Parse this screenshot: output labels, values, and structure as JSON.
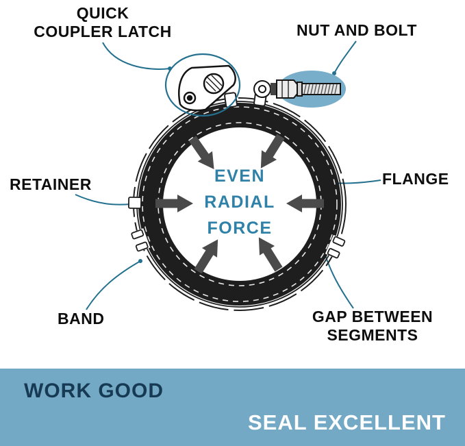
{
  "colors": {
    "accent": "#23708f",
    "center_text": "#2f81a8",
    "banner_bg": "#74a9c6",
    "banner_title": "#173a54",
    "banner_subtitle": "#ffffff",
    "label_text": "#0d0d0d",
    "arrow": "#4a4a4a",
    "ring": "#1e1e1e",
    "bolt_highlight": "#79aecb"
  },
  "diagram": {
    "labels": {
      "quick_coupler_latch": "QUICK\nCOUPLER LATCH",
      "nut_and_bolt": "NUT AND BOLT",
      "retainer": "RETAINER",
      "flange": "FLANGE",
      "band": "BAND",
      "gap_between_segments": "GAP BETWEEN\nSEGMENTS"
    },
    "center": {
      "line1": "EVEN",
      "line2": "RADIAL",
      "line3": "FORCE"
    }
  },
  "banner": {
    "title": "WORK GOOD",
    "subtitle": "SEAL EXCELLENT"
  }
}
